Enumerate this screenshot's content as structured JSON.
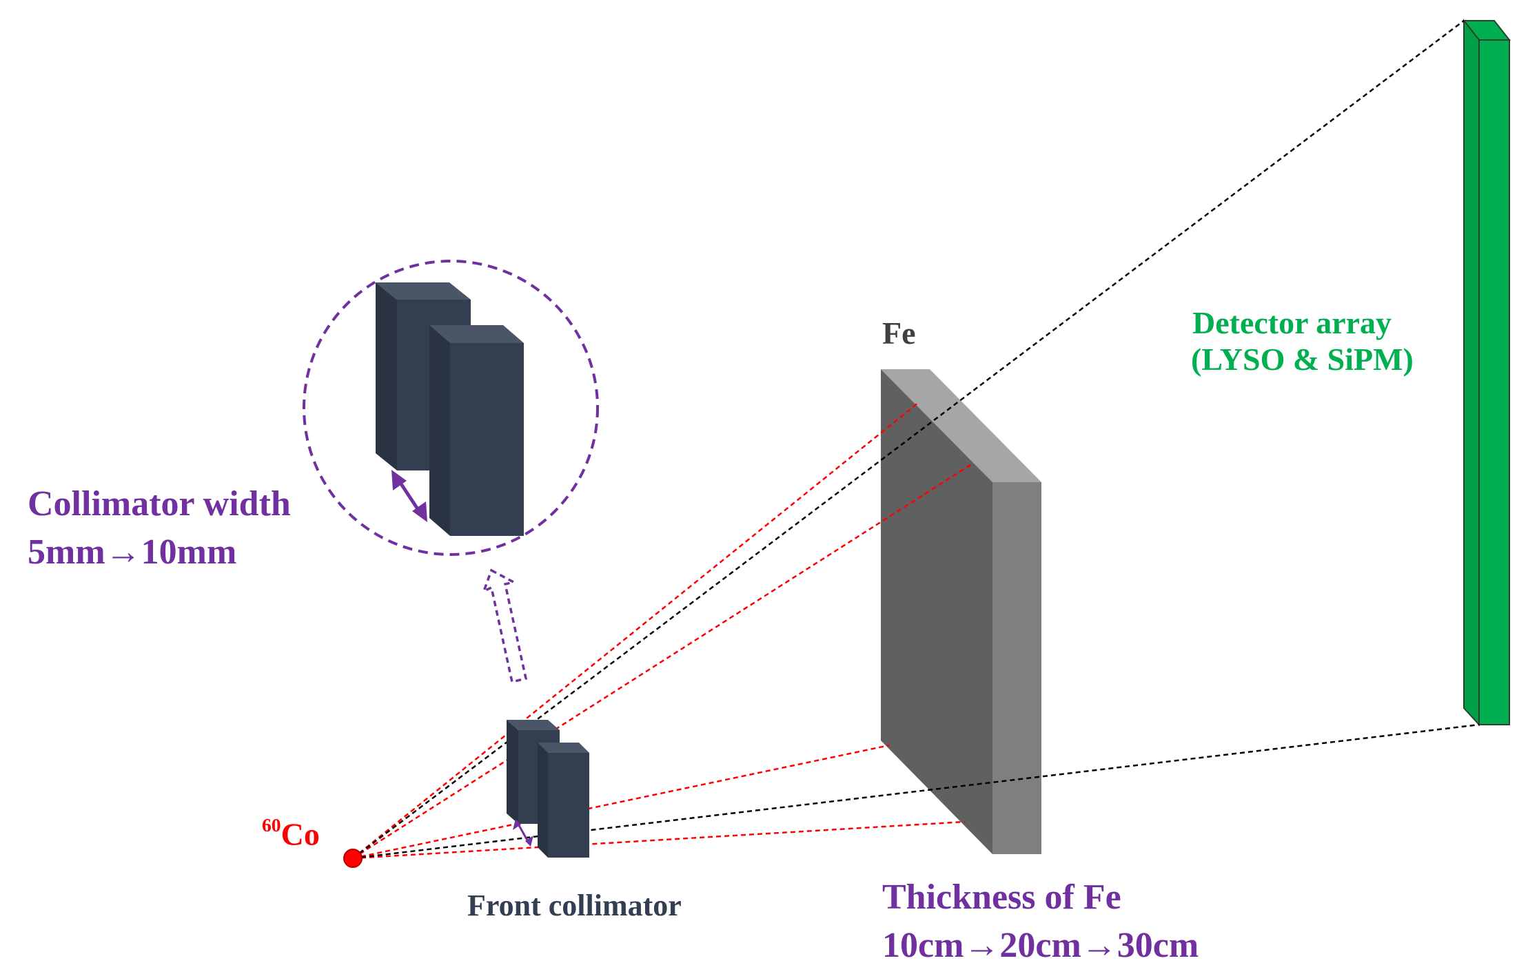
{
  "labels": {
    "source_mass": "60",
    "source_element": "Co",
    "front_collimator": "Front collimator",
    "fe": "Fe",
    "detector_line1": "Detector array",
    "detector_line2": "(LYSO & SiPM)",
    "collimator_width_line1": "Collimator width",
    "collimator_width_line2": "5mm→10mm",
    "fe_thickness_line1": "Thickness of Fe",
    "fe_thickness_line2": "10cm→20cm→30cm"
  },
  "colors": {
    "collimator_block": "#333f50",
    "fe_front": "#606060",
    "fe_side": "#7f7f7f",
    "fe_top": "#a6a6a6",
    "detector": "#00b050",
    "source": "#ff0000",
    "ray_red": "#ff0000",
    "ray_black": "#000000",
    "annotation": "#7030a0",
    "detector_label": "#00b050"
  }
}
